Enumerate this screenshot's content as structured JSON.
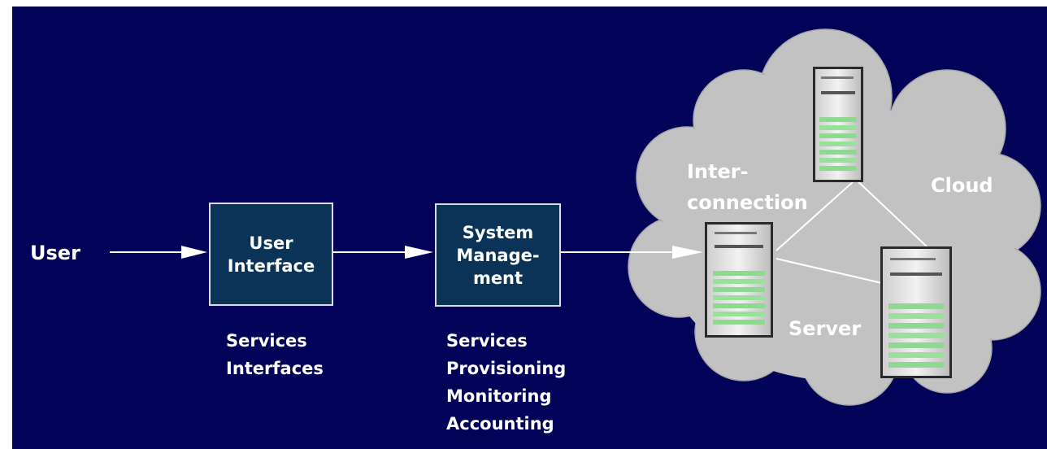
{
  "user_label": "User",
  "user_interface_box": {
    "label": "User\nInterface",
    "features": [
      "Services",
      "Interfaces"
    ]
  },
  "system_management_box": {
    "label": "System\nManage-\nment",
    "features": [
      "Services",
      "Provisioning",
      "Monitoring",
      "Accounting"
    ]
  },
  "cloud": {
    "cloud_label": "Cloud",
    "interconnection_label": "Inter-\nconnection",
    "server_label": "Server"
  },
  "colors": {
    "background": "#020259",
    "box_fill": "#0b3358",
    "cloud_fill": "#c2c2c2",
    "arrow": "#ffffff"
  }
}
